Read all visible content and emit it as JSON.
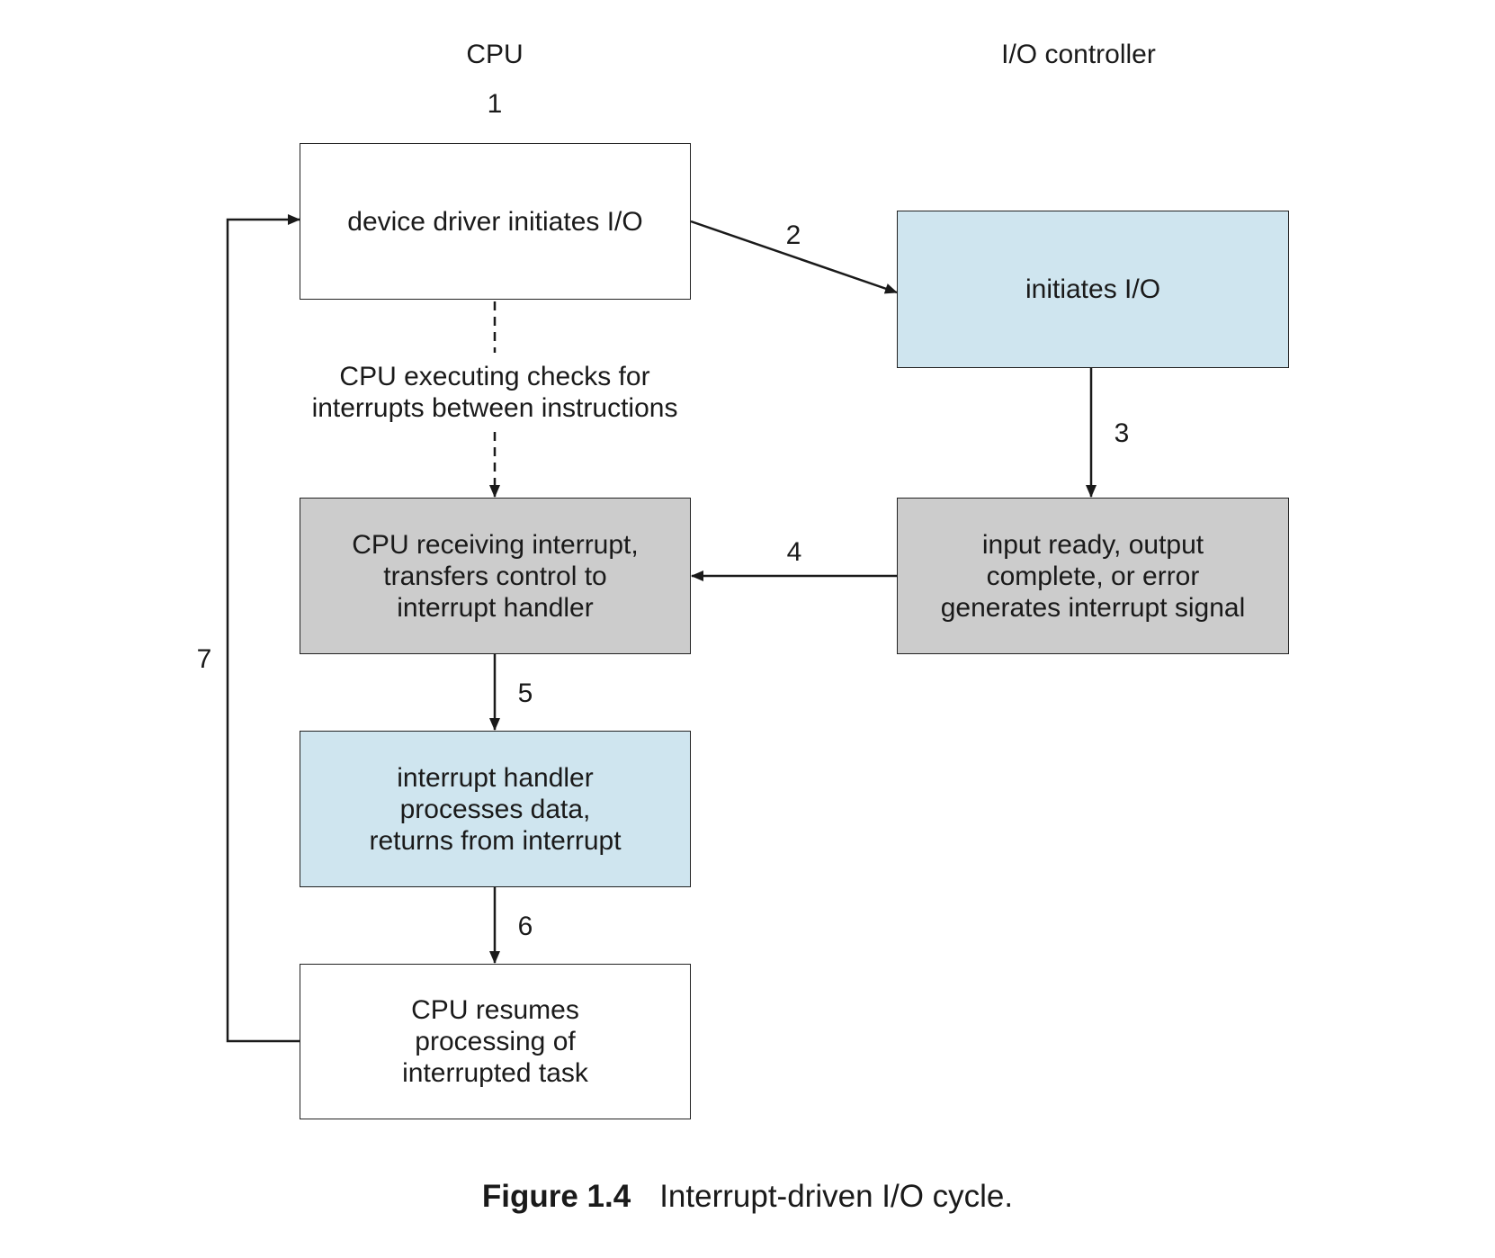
{
  "columns": {
    "cpu": "CPU",
    "io_controller": "I/O controller"
  },
  "boxes": {
    "driver_initiates": "device driver initiates I/O",
    "controller_initiates": "initiates I/O",
    "cpu_receiving": "CPU receiving interrupt,\ntransfers control to\ninterrupt handler",
    "input_ready": "input ready, output\ncomplete, or error\ngenerates interrupt signal",
    "handler_processes": "interrupt handler\nprocesses data,\nreturns from interrupt",
    "cpu_resumes": "CPU resumes\nprocessing of\ninterrupted task"
  },
  "note": "CPU executing checks for\ninterrupts between instructions",
  "steps": [
    "1",
    "2",
    "3",
    "4",
    "5",
    "6",
    "7"
  ],
  "caption": {
    "label": "Figure 1.4",
    "text": "Interrupt-driven I/O cycle."
  },
  "colors": {
    "white_box": "#ffffff",
    "blue_box": "#cfe5ef",
    "gray_box": "#cccccc",
    "line": "#1a1a1a"
  }
}
